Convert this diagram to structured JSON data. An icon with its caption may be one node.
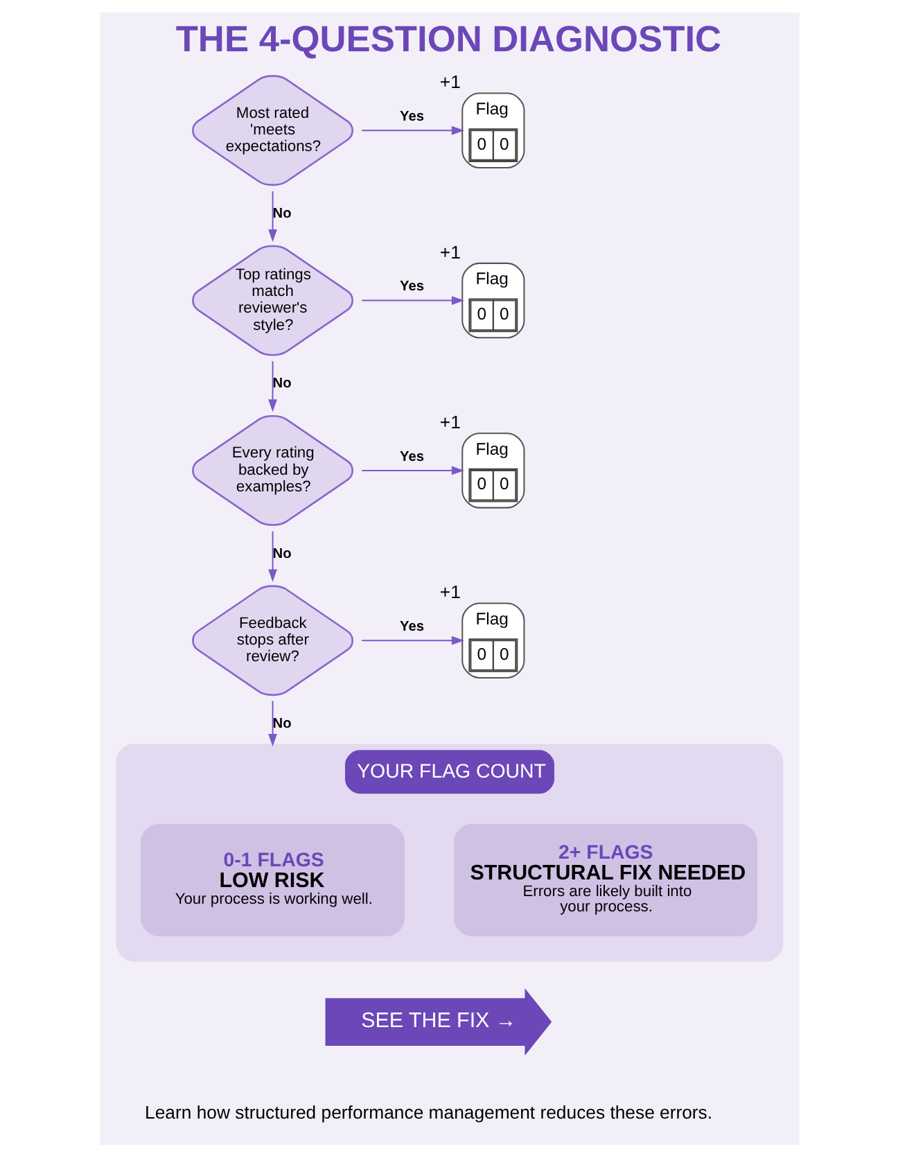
{
  "diagram": {
    "title": "THE 4-QUESTION DIAGNOSTIC",
    "nodes": [
      {
        "text": [
          "Most rated 'meets expectations?"
        ]
      },
      {
        "text": [
          "Flag",
          "0",
          "0"
        ],
        "beside": [
          "+1"
        ]
      },
      {
        "text": [
          "Top ratings match reviewer's style?"
        ]
      },
      {
        "text": [
          "Flag",
          "0",
          "0"
        ],
        "beside": [
          "+1"
        ]
      },
      {
        "text": [
          "Every rating backed by examples?"
        ]
      },
      {
        "text": [
          "Flag",
          "0",
          "0"
        ],
        "beside": [
          "+1"
        ]
      },
      {
        "text": [
          "Feedback stops after review?"
        ]
      },
      {
        "text": [
          "Flag",
          "0",
          "0"
        ],
        "beside": [
          "+1"
        ]
      },
      {
        "text": [
          "YOUR FLAG COUNT"
        ]
      },
      {
        "text": [
          "0-1 FLAGS",
          "LOW RISK",
          "Your process is working well."
        ],
        "in": 8
      },
      {
        "text": [
          "2+ FLAGS",
          "STRUCTURAL FIX NEEDED",
          "Errors are likely built into your process."
        ],
        "in": 8
      },
      {
        "text": [
          "SEE THE FIX →"
        ]
      }
    ],
    "edges": [
      {
        "from": 0,
        "to": 1,
        "arrow": "to",
        "label": "Yes"
      },
      {
        "from": 0,
        "to": 2,
        "arrow": "to",
        "label": "No"
      },
      {
        "from": 2,
        "to": 3,
        "arrow": "to",
        "label": "Yes"
      },
      {
        "from": 2,
        "to": 4,
        "arrow": "to",
        "label": "No"
      },
      {
        "from": 4,
        "to": 5,
        "arrow": "to",
        "label": "Yes"
      },
      {
        "from": 4,
        "to": 6,
        "arrow": "to",
        "label": "No"
      },
      {
        "from": 6,
        "to": 7,
        "arrow": "to",
        "label": "Yes"
      },
      {
        "from": 6,
        "to": 8,
        "arrow": "to",
        "label": "No"
      }
    ],
    "labels": [
      "Learn how structured performance management reduces these errors."
    ]
  }
}
